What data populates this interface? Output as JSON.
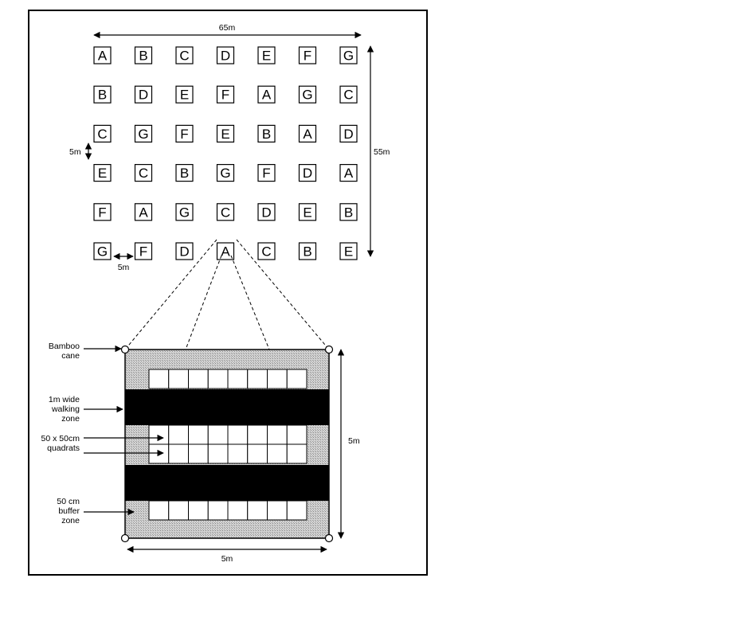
{
  "grid": {
    "rows": [
      [
        "A",
        "B",
        "C",
        "D",
        "E",
        "F",
        "G"
      ],
      [
        "B",
        "D",
        "E",
        "F",
        "A",
        "G",
        "C"
      ],
      [
        "C",
        "G",
        "F",
        "E",
        "B",
        "A",
        "D"
      ],
      [
        "E",
        "C",
        "B",
        "G",
        "F",
        "D",
        "A"
      ],
      [
        "F",
        "A",
        "G",
        "C",
        "D",
        "E",
        "B"
      ],
      [
        "G",
        "F",
        "D",
        "A",
        "C",
        "B",
        "E"
      ]
    ],
    "width_label": "65m",
    "height_label": "55m",
    "row_gap_label": "5m",
    "col_gap_label": "5m"
  },
  "plot": {
    "height_label": "5m",
    "width_label": "5m",
    "labels": {
      "bamboo": [
        "Bamboo",
        "cane"
      ],
      "walking": [
        "1m wide",
        "walking",
        "zone"
      ],
      "quadrats": [
        "50 x 50cm",
        "quadrats"
      ],
      "buffer": [
        "50 cm",
        "buffer",
        "zone"
      ]
    }
  },
  "colors": {
    "ink": "#000000",
    "buffer": "#c8c8c8"
  }
}
